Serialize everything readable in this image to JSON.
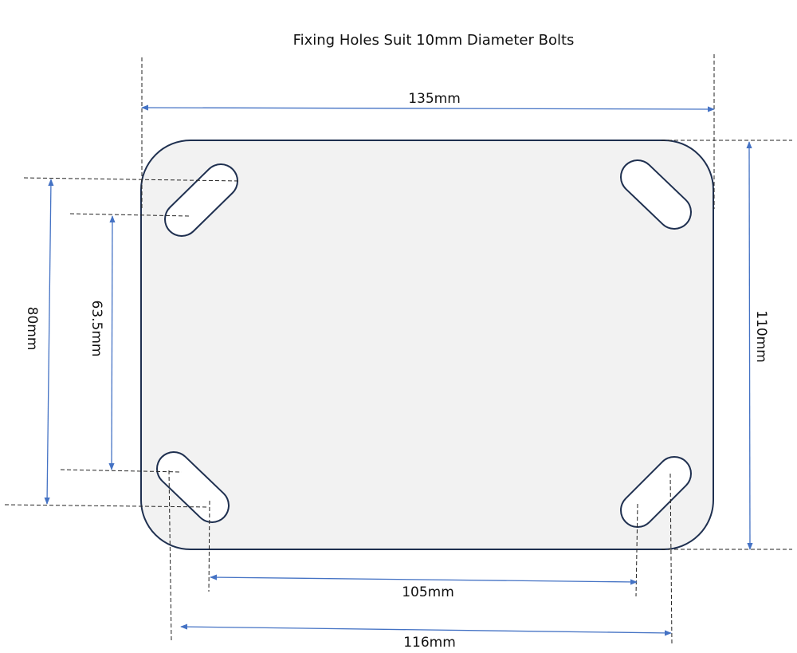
{
  "title": "Fixing Holes Suit 10mm Diameter Bolts",
  "dimensions": {
    "overall_width": "135mm",
    "overall_height": "110mm",
    "outer_hole_vertical": "80mm",
    "inner_hole_vertical": "63.5mm",
    "inner_hole_horizontal": "105mm",
    "outer_hole_horizontal": "116mm"
  },
  "colors": {
    "plate_fill": "#f2f2f2",
    "plate_outline": "#1f3050",
    "dimension_arrow": "#4472c4",
    "extension_line": "#222222"
  }
}
